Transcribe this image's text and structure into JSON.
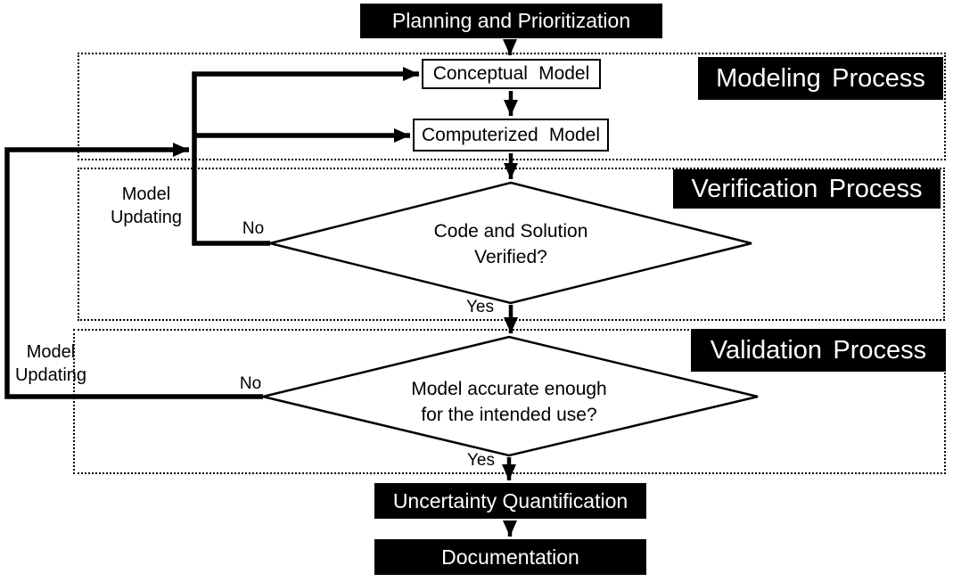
{
  "diagram": {
    "planning": "Planning and Prioritization",
    "conceptual": "Conceptual Model",
    "computerized": "Computerized Model",
    "uncertainty": "Uncertainty Quantification",
    "documentation": "Documentation"
  },
  "sections": {
    "modeling": "Modeling Process",
    "verification": "Verification Process",
    "validation": "Validation Process"
  },
  "decisions": {
    "verified": {
      "line1": "Code and Solution",
      "line2": "Verified?"
    },
    "accurate": {
      "line1": "Model accurate enough",
      "line2": "for the intended use?"
    }
  },
  "edge_labels": {
    "no_verification": "No",
    "yes_verification": "Yes",
    "no_validation": "No",
    "yes_validation": "Yes"
  },
  "loop_labels": {
    "verification": {
      "line1": "Model",
      "line2": "Updating"
    },
    "validation": {
      "line1": "Model",
      "line2": "Updating"
    }
  },
  "colors": {
    "background": "#ffffff",
    "node_dark_bg": "#000000",
    "node_dark_text": "#ffffff",
    "node_light_bg": "#ffffff",
    "outline": "#000000"
  }
}
